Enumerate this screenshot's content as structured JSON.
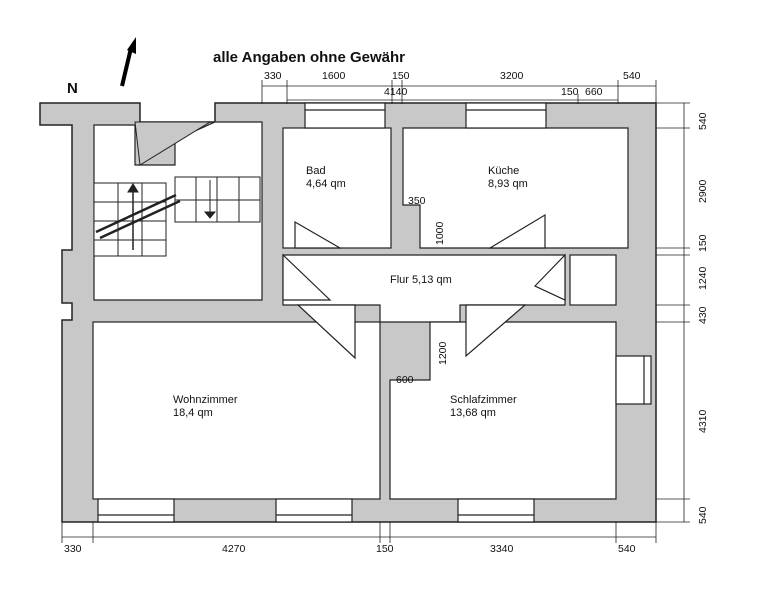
{
  "header": {
    "disclaimer": "alle Angaben ohne Gewähr",
    "north": "N"
  },
  "rooms": [
    {
      "key": "bad",
      "name": "Bad",
      "area": "4,64 qm"
    },
    {
      "key": "kueche",
      "name": "Küche",
      "area": "8,93 qm"
    },
    {
      "key": "flur",
      "label": "Flur 5,13 qm"
    },
    {
      "key": "wohnzimmer",
      "name": "Wohnzimmer",
      "area": "18,4 qm"
    },
    {
      "key": "schlafzimmer",
      "name": "Schlafzimmer",
      "area": "13,68 qm"
    }
  ],
  "dimensions": {
    "top_row1": [
      "330",
      "1600",
      "150",
      "3200",
      "540"
    ],
    "top_row2": [
      "4140",
      "150",
      "660"
    ],
    "right": [
      "540",
      "2900",
      "150",
      "1240",
      "430",
      "4310",
      "540"
    ],
    "bottom": [
      "330",
      "4270",
      "150",
      "3340",
      "540"
    ],
    "interior": [
      "350",
      "1000",
      "1200",
      "600"
    ]
  }
}
